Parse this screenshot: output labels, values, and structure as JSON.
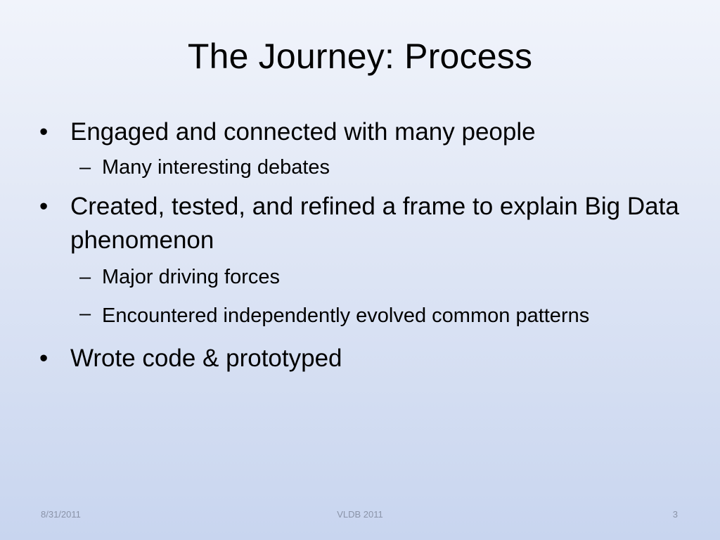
{
  "slide": {
    "title": "The Journey: Process",
    "bullets": [
      {
        "text": "Engaged and connected with many people",
        "subs": [
          "Many interesting debates"
        ]
      },
      {
        "text": "Created, tested, and refined a frame to explain Big Data phenomenon",
        "subs": [
          "Major driving forces",
          "Encountered independently evolved common patterns"
        ]
      },
      {
        "text": "Wrote code & prototyped",
        "subs": []
      }
    ],
    "bullet_glyph": "•",
    "sub_glyph": "–"
  },
  "footer": {
    "date": "8/31/2011",
    "center": "VLDB 2011",
    "page_number": "3"
  }
}
